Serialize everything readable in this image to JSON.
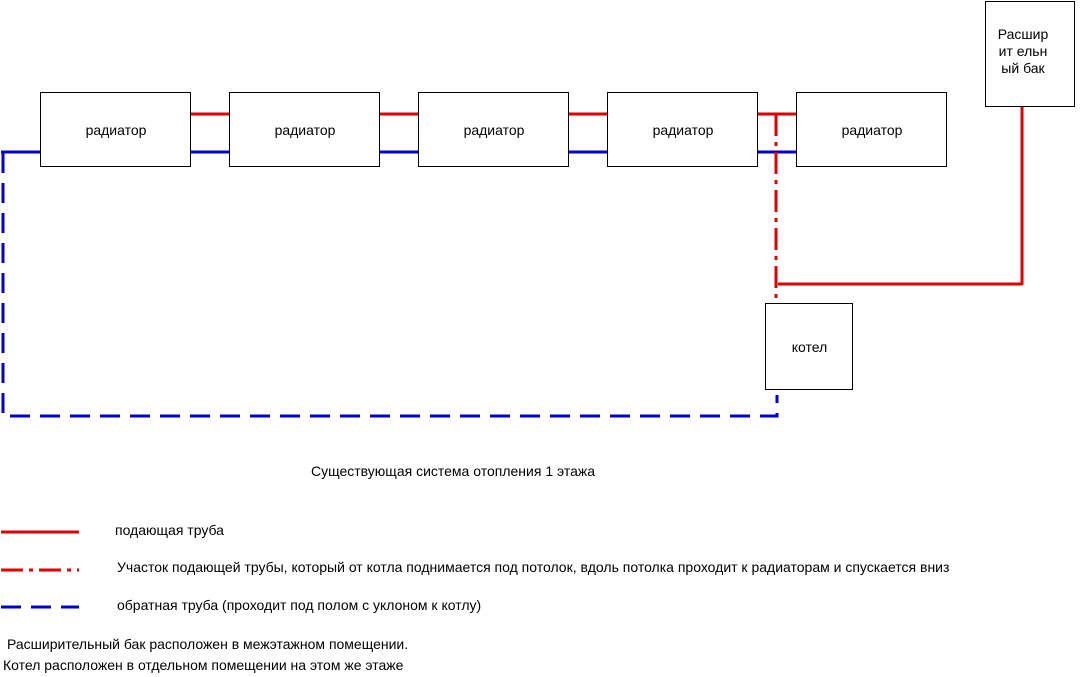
{
  "colors": {
    "supply": "#e00000",
    "return": "#0000cc",
    "outline": "#000000"
  },
  "radiators": [
    "радиатор",
    "радиатор",
    "радиатор",
    "радиатор",
    "радиатор"
  ],
  "expansion_tank": {
    "label": "Расширит ельный бак"
  },
  "boiler": {
    "label": "котел"
  },
  "caption": "Существующая система отопления 1 этажа",
  "legend": [
    {
      "style": "solid-red",
      "text": "подающая труба"
    },
    {
      "style": "dashdot-red",
      "text": "Участок подающей трубы, который от котла поднимается под потолок, вдоль потолка проходит к радиаторам и спускается вниз"
    },
    {
      "style": "dashed-blue",
      "text": "обратная труба (проходит под полом с уклоном к котлу)"
    }
  ],
  "notes": [
    "Расширительный бак расположен в межэтажном помещении.",
    "Котел расположен в отдельном помещении на этом же этаже"
  ]
}
